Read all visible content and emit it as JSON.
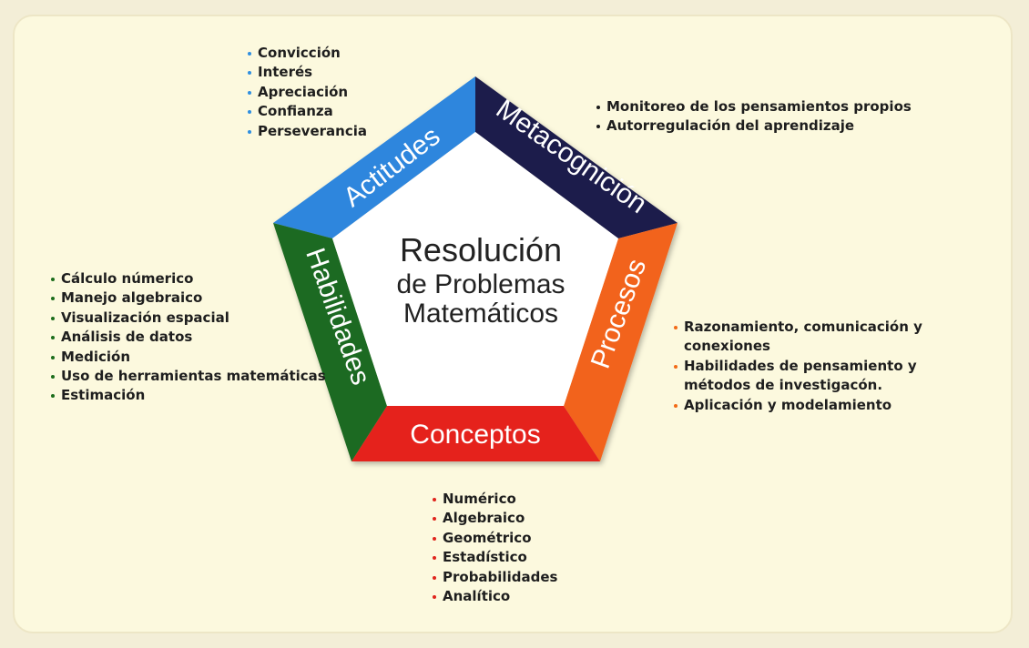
{
  "title": {
    "line1": "Resolución",
    "line2": "de Problemas",
    "line3": "Matemáticos"
  },
  "sides": {
    "actitudes": {
      "label": "Actitudes",
      "color": "#2f86dd"
    },
    "metacognicion": {
      "label": "Metacognición",
      "color": "#1d1b4c"
    },
    "procesos": {
      "label": "Procesos",
      "color": "#f2641b"
    },
    "conceptos": {
      "label": "Conceptos",
      "color": "#e5221b"
    },
    "habilidades": {
      "label": "Habilidades",
      "color": "#1d6a20"
    }
  },
  "lists": {
    "actitudes": [
      "Convicción",
      "Interés",
      "Apreciación",
      "Confianza",
      "Perseverancia"
    ],
    "metacognicion": [
      "Monitoreo de los pensamientos propios",
      "Autorregulación del aprendizaje"
    ],
    "habilidades": [
      "Cálculo númerico",
      "Manejo algebraico",
      "Visualización espacial",
      "Análisis de datos",
      "Medición",
      "Uso de herramientas matemáticas",
      "Estimación"
    ],
    "procesos": [
      "Razonamiento, comunicación y conexiones",
      "Habilidades de pensamiento y métodos de investigacón.",
      "Aplicación y modelamiento"
    ],
    "conceptos": [
      "Numérico",
      "Algebraico",
      "Geométrico",
      "Estadístico",
      "Probabilidades",
      "Analítico"
    ]
  }
}
